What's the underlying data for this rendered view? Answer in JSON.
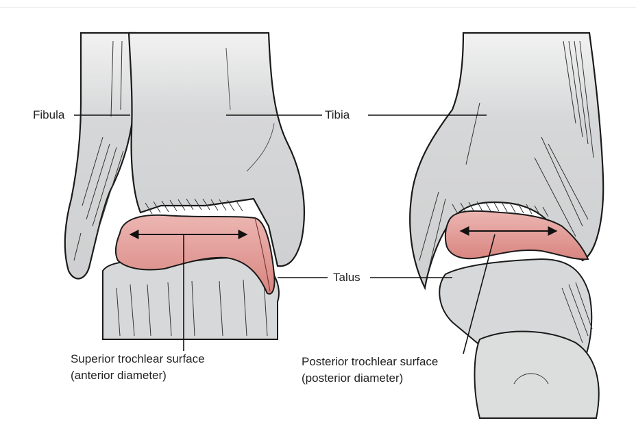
{
  "labels": {
    "fibula": "Fibula",
    "tibia": "Tibia",
    "talus": "Talus",
    "superior_line1": "Superior trochlear surface",
    "superior_line2": "(anterior diameter)",
    "posterior_line1": "Posterior trochlear surface",
    "posterior_line2": "(posterior diameter)"
  },
  "colors": {
    "bone": "#d9dadb",
    "bone_light": "#eeeeee",
    "cartilage": "#e5a4a0",
    "cartilage_dark": "#c97470",
    "ink": "#1a1a1a"
  }
}
